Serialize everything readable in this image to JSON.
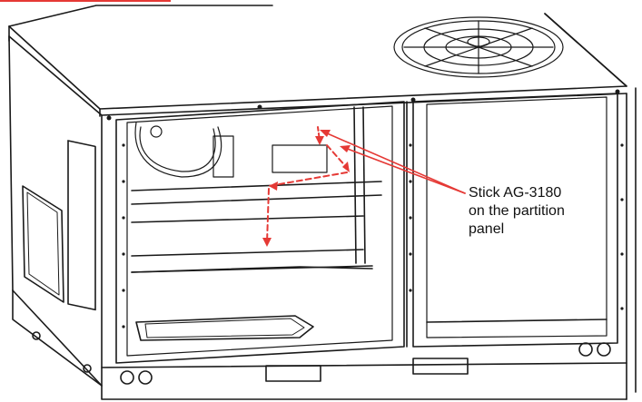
{
  "callout": {
    "lines": [
      "Stick AG-3180",
      "on the partition",
      "panel"
    ]
  },
  "colors": {
    "line": "#1a1a1a",
    "arrow": "#e53935",
    "panel_fill": "#ffffff",
    "accent_bar": "#e53935"
  },
  "icons": {
    "fan": "condenser-fan-grille-icon",
    "blower": "blower-wheel-icon"
  }
}
